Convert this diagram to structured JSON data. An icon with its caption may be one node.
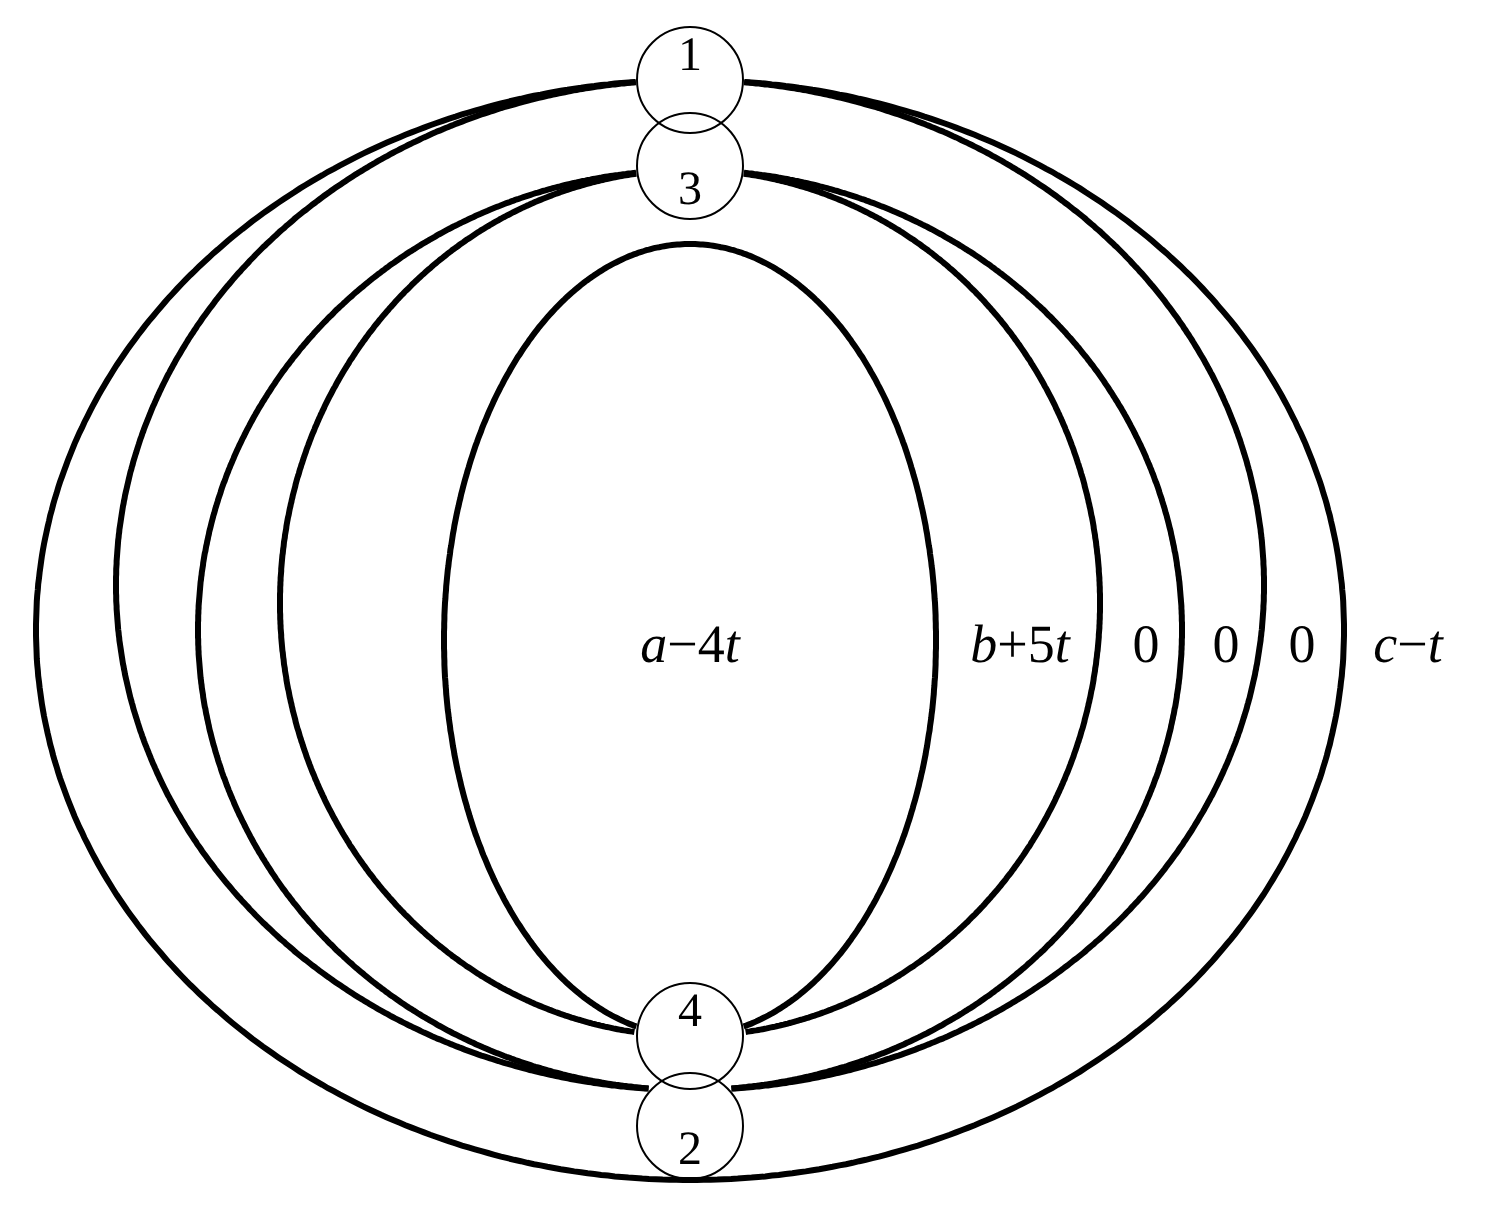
{
  "diagram": {
    "nodes": [
      {
        "text": [
          "1"
        ]
      },
      {
        "text": [
          "3"
        ]
      },
      {
        "text": [
          "4"
        ]
      },
      {
        "text": [
          "2"
        ]
      }
    ],
    "edges": [
      {
        "from": 0,
        "to": 0,
        "arrow": "none"
      },
      {
        "from": 0,
        "to": 3,
        "arrow": "none"
      },
      {
        "from": 0,
        "to": 3,
        "arrow": "none"
      },
      {
        "from": 1,
        "to": 3,
        "arrow": "none"
      },
      {
        "from": 1,
        "to": 3,
        "arrow": "none"
      },
      {
        "from": 1,
        "to": 2,
        "arrow": "none"
      },
      {
        "from": 1,
        "to": 2,
        "arrow": "none"
      },
      {
        "from": 2,
        "to": 2,
        "arrow": "none"
      }
    ],
    "labels": [
      "a−4t",
      "b+5t",
      "0",
      "0",
      "0",
      "c−t"
    ]
  }
}
